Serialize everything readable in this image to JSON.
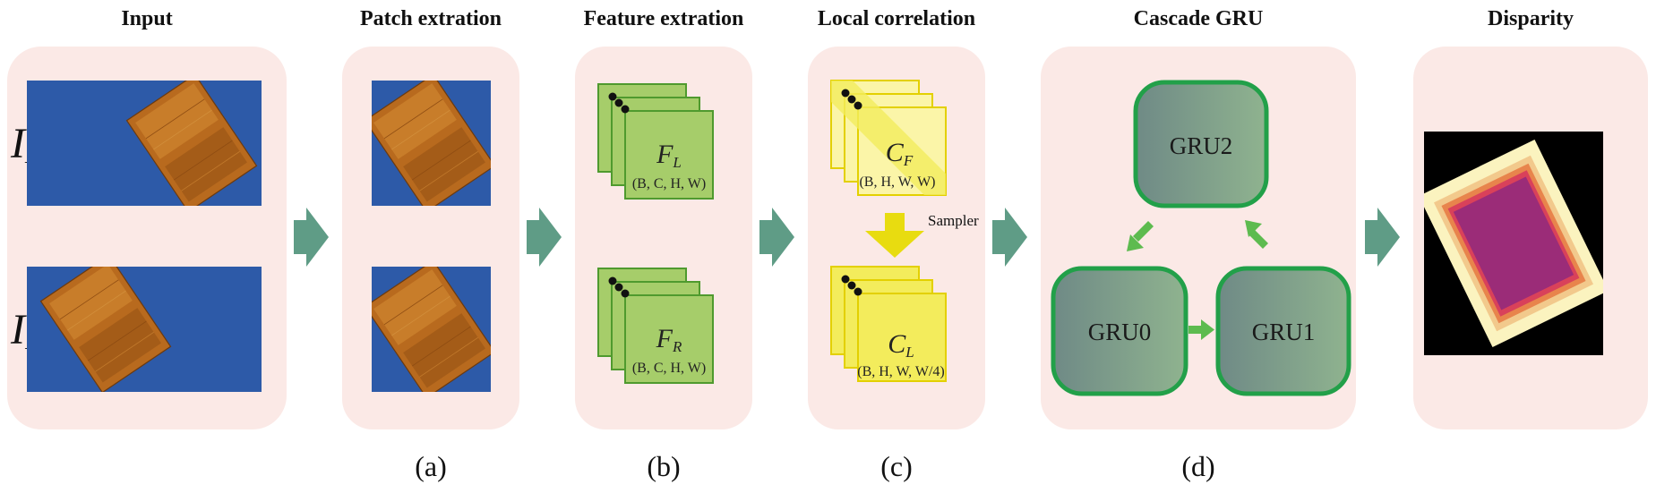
{
  "stages": [
    {
      "title": "Input"
    },
    {
      "title": "Patch extration"
    },
    {
      "title": "Feature extration"
    },
    {
      "title": "Local correlation"
    },
    {
      "title": "Cascade GRU"
    },
    {
      "title": "Disparity"
    }
  ],
  "sub_labels": [
    "(a)",
    "(b)",
    "(c)",
    "(d)"
  ],
  "input": {
    "left": {
      "main": "I",
      "sub": "L"
    },
    "right": {
      "main": "I",
      "sub": "R"
    }
  },
  "features": {
    "left": {
      "main": "F",
      "sub": "L",
      "dims": "(B, C, H, W)"
    },
    "right": {
      "main": "F",
      "sub": "R",
      "dims": "(B, C, H, W)"
    }
  },
  "correlation": {
    "full": {
      "main": "C",
      "sub": "F",
      "dims": "(B, H, W, W)"
    },
    "local": {
      "main": "C",
      "sub": "L",
      "dims": "(B, H, W, W/4)"
    },
    "sampler_label": "Sampler"
  },
  "gru": {
    "units": [
      "GRU0",
      "GRU1",
      "GRU2"
    ]
  },
  "colors": {
    "panel": "#fbe9e6",
    "flow_arrow": "#5f9c86",
    "image_bg": "#2d5aa8",
    "board": "#b86a1e",
    "feature_fill": "#a6cd6a",
    "feature_stroke": "#4f9a2e",
    "corr_fill": "#f3ec5c",
    "corr_stroke": "#e3d000",
    "gru_stroke": "#22a049",
    "gru_arrow": "#5dbb4f",
    "disp_bg": "#000000",
    "disp_outer": "#fbf3bf",
    "disp_mid": "#d9415a",
    "disp_inner": "#9b2c78"
  }
}
